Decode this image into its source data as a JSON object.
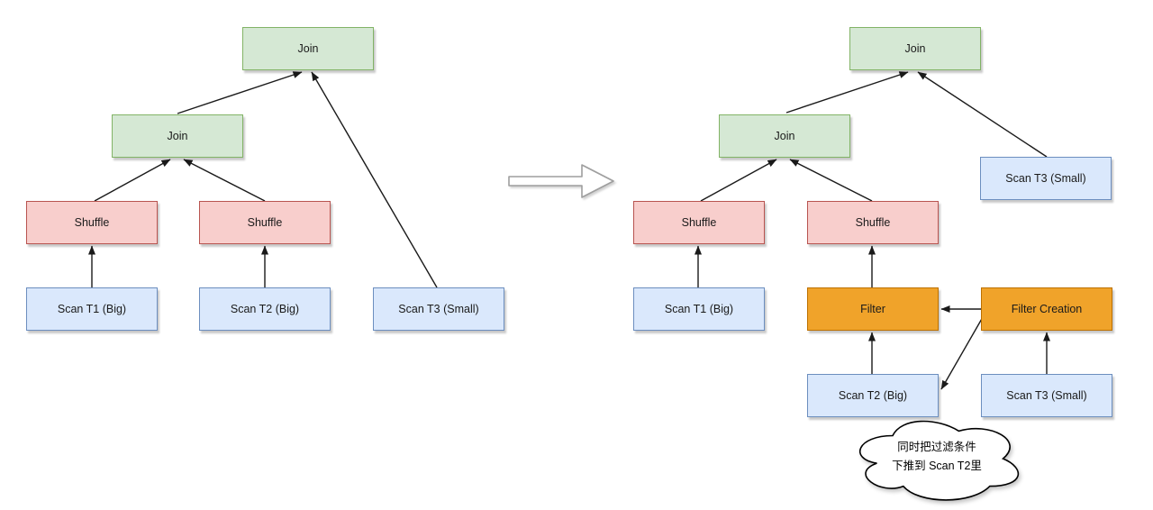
{
  "diagram": {
    "title": "join-plan-runtime-filter-rewrite",
    "left_plan": {
      "join_top": "Join",
      "join_mid": "Join",
      "shuffle_left": "Shuffle",
      "shuffle_right": "Shuffle",
      "scan_t1": "Scan T1 (Big)",
      "scan_t2": "Scan T2 (Big)",
      "scan_t3": "Scan T3 (Small)",
      "edges": [
        {
          "from": "scan_t1",
          "to": "shuffle_left"
        },
        {
          "from": "scan_t2",
          "to": "shuffle_right"
        },
        {
          "from": "shuffle_left",
          "to": "join_mid"
        },
        {
          "from": "shuffle_right",
          "to": "join_mid"
        },
        {
          "from": "join_mid",
          "to": "join_top"
        },
        {
          "from": "scan_t3",
          "to": "join_top"
        }
      ]
    },
    "right_plan": {
      "join_top": "Join",
      "join_mid": "Join",
      "scan_t3_top": "Scan T3 (Small)",
      "shuffle_left": "Shuffle",
      "shuffle_right": "Shuffle",
      "scan_t1": "Scan T1 (Big)",
      "filter": "Filter",
      "filter_creation": "Filter Creation",
      "scan_t2": "Scan T2 (Big)",
      "scan_t3_bottom": "Scan T3 (Small)",
      "edges": [
        {
          "from": "scan_t1",
          "to": "shuffle_left"
        },
        {
          "from": "filter",
          "to": "shuffle_right"
        },
        {
          "from": "shuffle_left",
          "to": "join_mid"
        },
        {
          "from": "shuffle_right",
          "to": "join_mid"
        },
        {
          "from": "join_mid",
          "to": "join_top"
        },
        {
          "from": "scan_t3_top",
          "to": "join_top"
        },
        {
          "from": "scan_t2",
          "to": "filter"
        },
        {
          "from": "scan_t3_bottom",
          "to": "filter_creation"
        },
        {
          "from": "filter_creation",
          "to": "filter"
        },
        {
          "from": "filter_creation",
          "to": "scan_t2"
        }
      ]
    },
    "callout": {
      "line1": "同时把过滤条件",
      "line2": "下推到 Scan T2里"
    },
    "colors": {
      "join_fill": "#d5e8d4",
      "join_border": "#82b366",
      "shuffle_fill": "#f8cecc",
      "shuffle_border": "#b85450",
      "scan_fill": "#dae8fc",
      "scan_border": "#6c8ebf",
      "filter_fill": "#f0a32a",
      "filter_border": "#bd7000",
      "edge": "#1a1a1a"
    }
  }
}
